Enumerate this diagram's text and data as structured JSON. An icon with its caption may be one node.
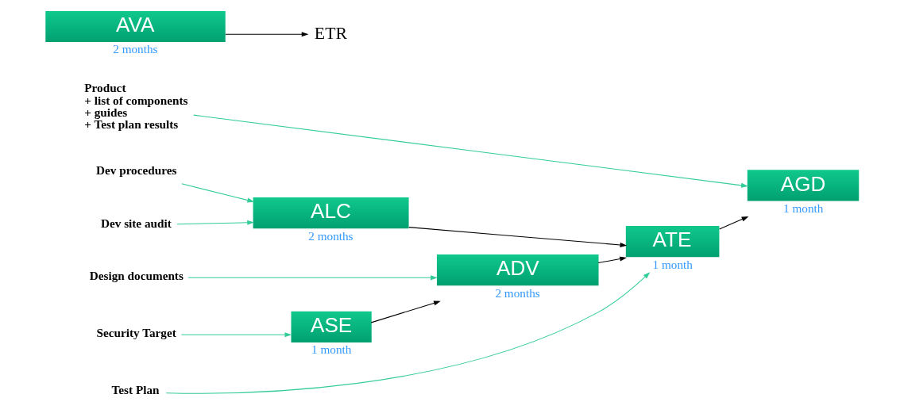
{
  "diagram": {
    "nodes": [
      {
        "text": [
          "Security Target"
        ]
      },
      {
        "text": [
          "Design documents"
        ]
      },
      {
        "text": [
          "Test Plan"
        ]
      },
      {
        "text": [
          "Product",
          "+ list of components",
          "+ guides",
          "+ Test plan results"
        ]
      },
      {
        "text": [
          "ASE"
        ],
        "beside": [
          "1 month"
        ]
      },
      {
        "text": [
          "ADV"
        ],
        "beside": [
          "2 months"
        ]
      },
      {
        "text": [
          "ATE"
        ],
        "beside": [
          "1 month"
        ]
      },
      {
        "text": [
          "ALC"
        ],
        "beside": [
          "2 months"
        ]
      },
      {
        "text": [
          "AGD"
        ],
        "beside": [
          "1 month"
        ]
      },
      {
        "text": [
          "AVA"
        ],
        "beside": [
          "2 months"
        ]
      },
      {
        "text": [
          "Dev procedures"
        ]
      },
      {
        "text": [
          "Dev site audit"
        ]
      },
      {
        "text": [
          "ETR"
        ]
      }
    ],
    "edges": [
      {
        "from": 0,
        "to": 4,
        "arrow": "to"
      },
      {
        "from": 1,
        "to": 5,
        "arrow": "to"
      },
      {
        "from": 2,
        "to": 6,
        "arrow": "to"
      },
      {
        "from": 3,
        "to": 8,
        "arrow": "to"
      },
      {
        "from": 4,
        "to": 5,
        "arrow": "to",
        "color": "#000000"
      },
      {
        "from": 5,
        "to": 6,
        "arrow": "to",
        "color": "#000000"
      },
      {
        "from": 7,
        "to": 6,
        "arrow": "to",
        "color": "#000000"
      },
      {
        "from": 6,
        "to": 8,
        "arrow": "to",
        "color": "#000000"
      },
      {
        "from": 10,
        "to": 7,
        "arrow": "to"
      },
      {
        "from": 11,
        "to": 7,
        "arrow": "to"
      },
      {
        "from": 9,
        "to": 12,
        "arrow": "to",
        "color": "#000000"
      }
    ]
  }
}
